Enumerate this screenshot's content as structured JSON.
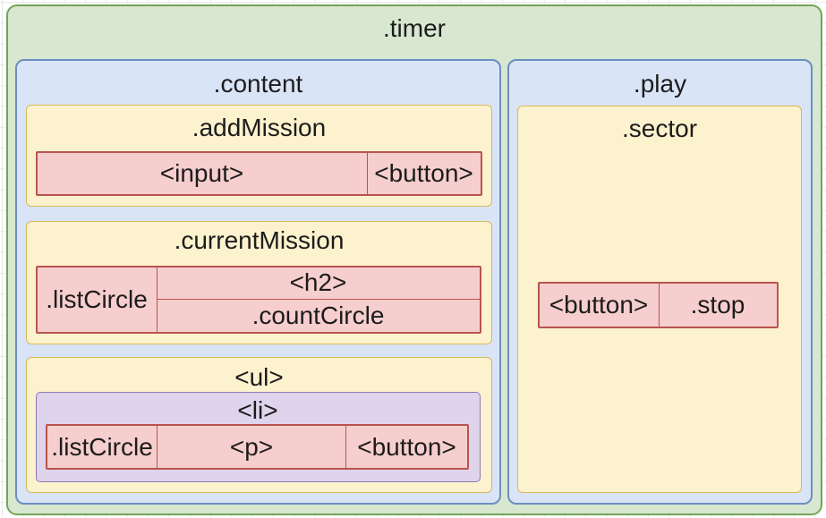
{
  "timer": {
    "label": ".timer"
  },
  "content": {
    "label": ".content",
    "addMission": {
      "label": ".addMission",
      "input": "<input>",
      "button": "<button>"
    },
    "currentMission": {
      "label": ".currentMission",
      "listCircle": ".listCircle",
      "h2": "<h2>",
      "countCircle": ".countCircle"
    },
    "ul": {
      "label": "<ul>",
      "li": {
        "label": "<li>",
        "listCircle": ".listCircle",
        "p": "<p>",
        "button": "<button>"
      }
    }
  },
  "play": {
    "label": ".play",
    "sector": {
      "label": ".sector",
      "button": "<button>",
      "stop": ".stop"
    }
  },
  "colors": {
    "canvas_bg": "#ffffff",
    "grid_line": "#e7eae6",
    "green_fill": "#d7e7d0",
    "green_stroke": "#74a455",
    "blue_fill": "#dae4f7",
    "blue_stroke": "#6c8ebf",
    "yellow_fill": "#fdf2ce",
    "yellow_stroke": "#d7b858",
    "red_fill": "#f6cecd",
    "red_stroke": "#b85450",
    "purple_fill": "#ded4ec",
    "purple_stroke": "#8d7ab5",
    "text": "#1c1c1c"
  }
}
